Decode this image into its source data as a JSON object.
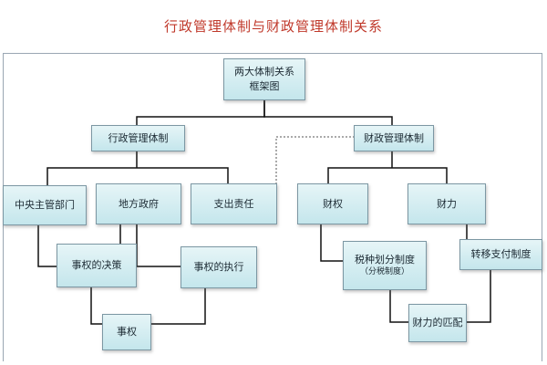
{
  "title": "行政管理体制与财政管理体制关系",
  "nodes": {
    "root": {
      "line1": "两大体制关系",
      "line2": "框架图"
    },
    "admin": "行政管理体制",
    "finance": "财政管理体制",
    "central": "中央主管部门",
    "local": "地方政府",
    "expenditure": "支出责任",
    "fiscal_power": "财权",
    "financial_capacity": "财力",
    "decision": "事权的决策",
    "execution": "事权的执行",
    "tax_division": {
      "line1": "税种划分制度",
      "line2": "（分税制度）"
    },
    "transfer": "转移支付制度",
    "affairs": "事权",
    "matching": "财力的匹配"
  },
  "colors": {
    "title": "#c0392b",
    "box_top": "#e6f5f7",
    "box_bottom": "#c4e6ec",
    "box_border": "#7c97a3",
    "connector": "#111111"
  }
}
